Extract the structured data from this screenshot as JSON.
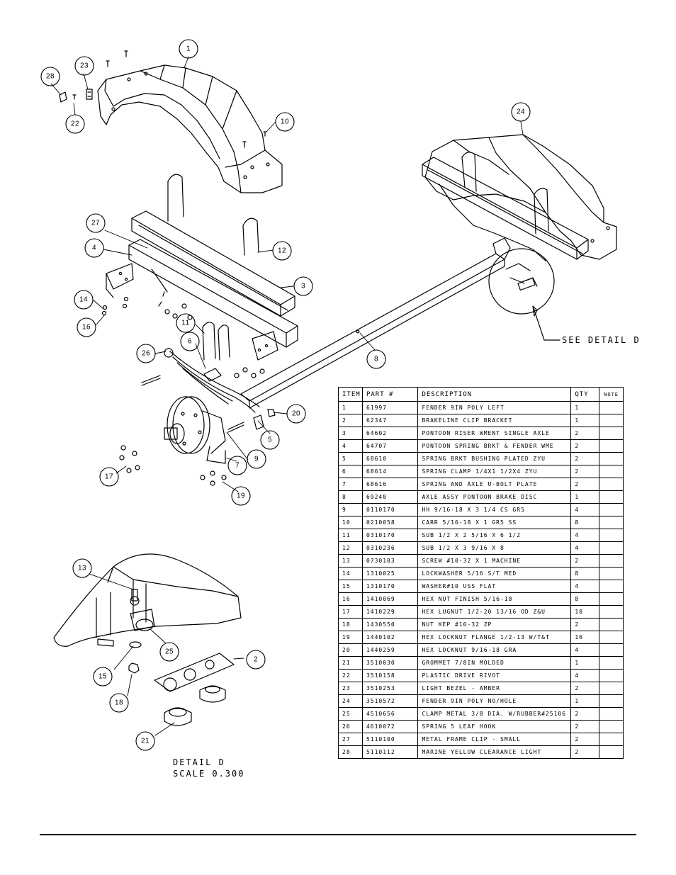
{
  "detail_pointer": "SEE DETAIL  D",
  "detail_caption": {
    "line1": "DETAIL  D",
    "line2": "SCALE  0.300"
  },
  "callouts": [
    "1",
    "2",
    "3",
    "4",
    "5",
    "6",
    "7",
    "8",
    "9",
    "10",
    "11",
    "12",
    "13",
    "14",
    "15",
    "16",
    "17",
    "18",
    "19",
    "20",
    "21",
    "22",
    "23",
    "24",
    "25",
    "26",
    "27",
    "28"
  ],
  "bom": {
    "headers": {
      "item": "ITEM",
      "part": "PART #",
      "description": "DESCRIPTION",
      "qty": "QTY",
      "note": "NOTE"
    },
    "rows": [
      {
        "item": "1",
        "part": "61997",
        "description": "FENDER  9IN POLY LEFT",
        "qty": "1",
        "note": ""
      },
      {
        "item": "2",
        "part": "62347",
        "description": "BRAKELINE CLIP BRACKET",
        "qty": "1",
        "note": ""
      },
      {
        "item": "3",
        "part": "64602",
        "description": "PONTOON RISER WMENT SINGLE AXLE",
        "qty": "2",
        "note": ""
      },
      {
        "item": "4",
        "part": "64707",
        "description": "PONTOON SPRING BRKT & FENDER WME",
        "qty": "2",
        "note": ""
      },
      {
        "item": "5",
        "part": "68610",
        "description": "SPRING BRKT BUSHING PLATED ZYU",
        "qty": "2",
        "note": ""
      },
      {
        "item": "6",
        "part": "68614",
        "description": "SPRING CLAMP   1/4X1 1/2X4  ZYU",
        "qty": "2",
        "note": ""
      },
      {
        "item": "7",
        "part": "68616",
        "description": "SPRING AND AXLE U-BOLT PLATE",
        "qty": "2",
        "note": ""
      },
      {
        "item": "8",
        "part": "69240",
        "description": "AXLE ASSY  PONTOON BRAKE DISC",
        "qty": "1",
        "note": ""
      },
      {
        "item": "9",
        "part": "0110170",
        "description": "HH 9/16-18 X 3 1/4 CS GR5",
        "qty": "4",
        "note": ""
      },
      {
        "item": "10",
        "part": "0210058",
        "description": "CARR 5/16-18 X 1 GR5 SS",
        "qty": "8",
        "note": ""
      },
      {
        "item": "11",
        "part": "0310170",
        "description": "SUB 1/2 X 2 5/16 X 6 1/2",
        "qty": "4",
        "note": ""
      },
      {
        "item": "12",
        "part": "0310236",
        "description": "SUB 1/2 X 3 9/16 X 8",
        "qty": "4",
        "note": ""
      },
      {
        "item": "13",
        "part": "0730103",
        "description": "SCREW #10-32 X 1 MACHINE",
        "qty": "2",
        "note": ""
      },
      {
        "item": "14",
        "part": "1310025",
        "description": "LOCKWASHER 5/16 S/T MED",
        "qty": "8",
        "note": ""
      },
      {
        "item": "15",
        "part": "1310170",
        "description": "WASHER#10 USS FLAT",
        "qty": "4",
        "note": ""
      },
      {
        "item": "16",
        "part": "1410069",
        "description": "HEX NUT FINISH 5/16-18",
        "qty": "8",
        "note": ""
      },
      {
        "item": "17",
        "part": "1410229",
        "description": "HEX LUGNUT 1/2-20 13/16 OD Z&U",
        "qty": "10",
        "note": ""
      },
      {
        "item": "18",
        "part": "1430550",
        "description": "NUT KEP #10-32 ZP",
        "qty": "2",
        "note": ""
      },
      {
        "item": "19",
        "part": "1440102",
        "description": "HEX LOCKNUT FLANGE 1/2-13 W/T&T",
        "qty": "16",
        "note": ""
      },
      {
        "item": "20",
        "part": "1440259",
        "description": "HEX LOCKNUT 9/16-18 GRA",
        "qty": "4",
        "note": ""
      },
      {
        "item": "21",
        "part": "3510030",
        "description": "GROMMET  7/8IN MOLDED",
        "qty": "1",
        "note": ""
      },
      {
        "item": "22",
        "part": "3510158",
        "description": "PLASTIC DRIVE RIVOT",
        "qty": "4",
        "note": ""
      },
      {
        "item": "23",
        "part": "3510253",
        "description": "LIGHT BEZEL - AMBER",
        "qty": "2",
        "note": ""
      },
      {
        "item": "24",
        "part": "3510572",
        "description": "FENDER 9IN POLY NO/HOLE",
        "qty": "1",
        "note": ""
      },
      {
        "item": "25",
        "part": "4510656",
        "description": "CLAMP METAL 3/8 DIA. W/RUBBER#25106",
        "qty": "2",
        "note": ""
      },
      {
        "item": "26",
        "part": "4610072",
        "description": "SPRING  5 LEAF HOOK",
        "qty": "2",
        "note": ""
      },
      {
        "item": "27",
        "part": "5110100",
        "description": "METAL FRAME CLIP - SMALL",
        "qty": "2",
        "note": ""
      },
      {
        "item": "28",
        "part": "5110112",
        "description": "MARINE YELLOW CLEARANCE LIGHT",
        "qty": "2",
        "note": ""
      }
    ]
  }
}
